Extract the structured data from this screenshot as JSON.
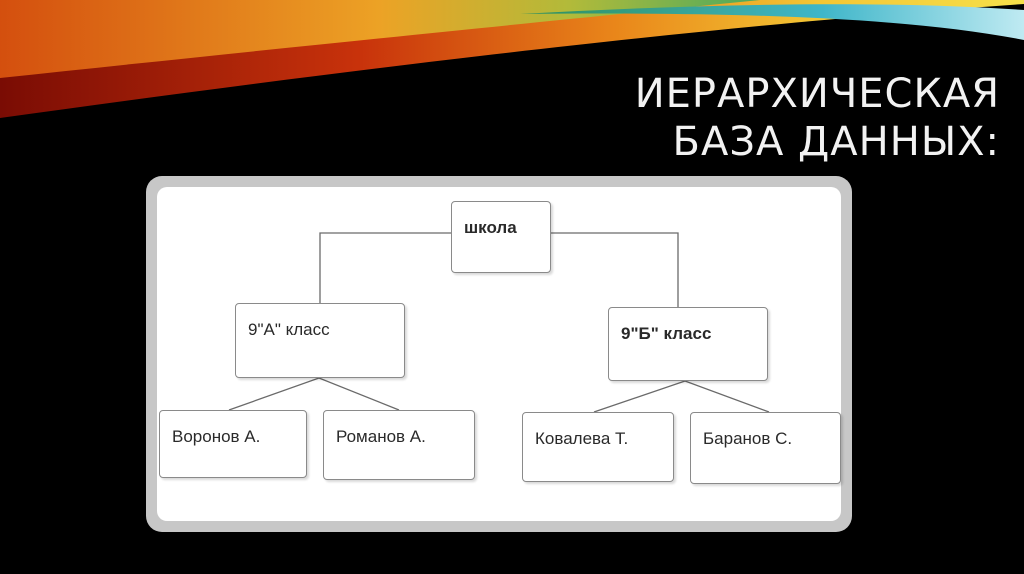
{
  "slide": {
    "title_line1": "ИЕРАРХИЧЕСКАЯ",
    "title_line2": "БАЗА ДАННЫХ:",
    "swoosh_colors": [
      "#8a0f05",
      "#d8460c",
      "#f0a21c",
      "#f5d63a",
      "#2fa866",
      "#3fb6c9"
    ]
  },
  "diagram": {
    "root": "школа",
    "class_a": "9\"А\" класс",
    "class_b": "9\"Б\" класс",
    "students_a": [
      "Воронов А.",
      "Романов А."
    ],
    "students_b": [
      "Ковалева Т.",
      "Баранов С."
    ]
  }
}
